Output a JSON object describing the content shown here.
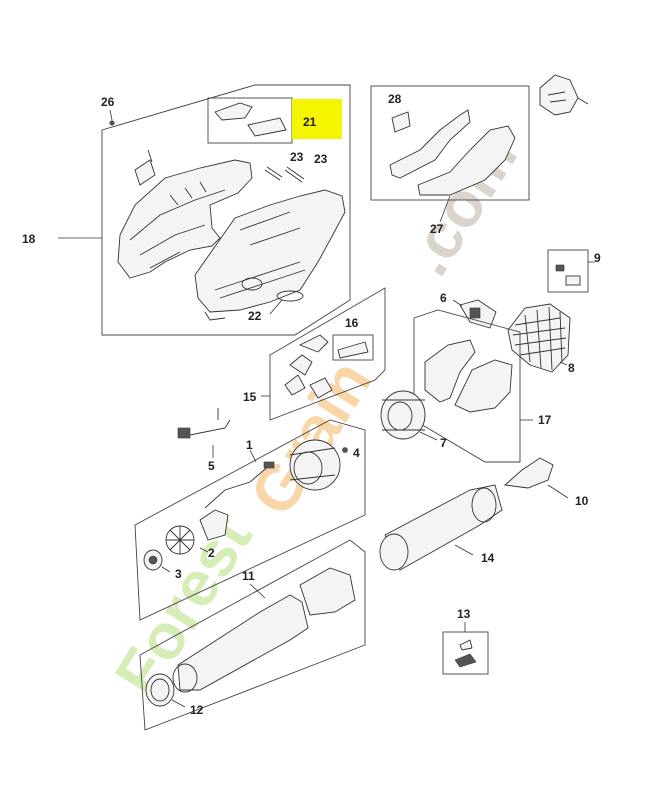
{
  "diagram": {
    "callouts": [
      "1",
      "2",
      "3",
      "4",
      "5",
      "6",
      "7",
      "8",
      "9",
      "10",
      "11",
      "12",
      "13",
      "14",
      "15",
      "16",
      "17",
      "18",
      "21",
      "22",
      "23",
      "23",
      "26",
      "27",
      "28"
    ],
    "highlight_color": "#f5f500",
    "highlighted_callout": "21"
  },
  "watermark": {
    "part1": "Forest",
    "part2": "Grain",
    "part3": ".com",
    "colors": {
      "green": "#c9e8a0",
      "orange": "#f6c98a",
      "grey": "#cfc6bc"
    }
  }
}
